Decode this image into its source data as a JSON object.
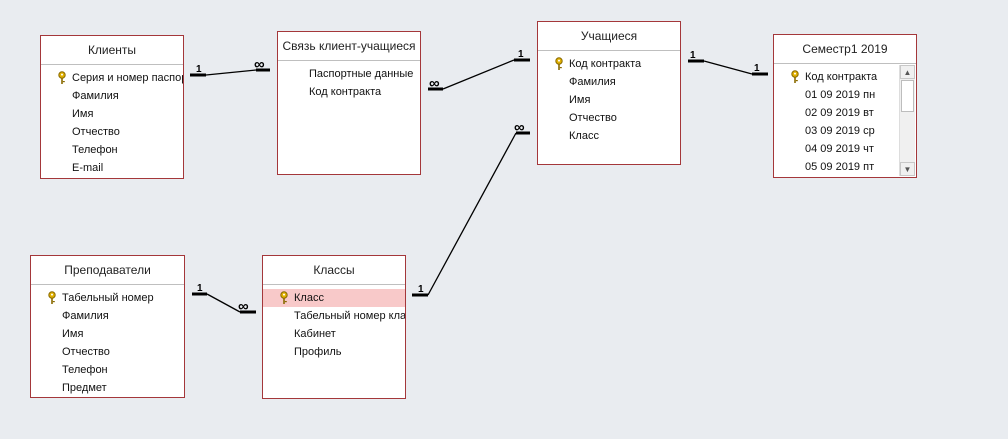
{
  "tables": {
    "clients": {
      "title": "Клиенты",
      "fields": [
        "Серия и номер паспорта",
        "Фамилия",
        "Имя",
        "Отчество",
        "Телефон",
        "E-mail"
      ]
    },
    "link": {
      "title": "Связь клиент-учащиеся",
      "fields": [
        "Паспортные данные",
        "Код контракта"
      ]
    },
    "students": {
      "title": "Учащиеся",
      "fields": [
        "Код контракта",
        "Фамилия",
        "Имя",
        "Отчество",
        "Класс"
      ]
    },
    "semester": {
      "title": "Семестр1 2019",
      "fields": [
        "Код контракта",
        "01 09 2019 пн",
        "02 09 2019 вт",
        "03 09 2019 ср",
        "04 09 2019 чт",
        "05 09 2019 пт"
      ]
    },
    "teachers": {
      "title": "Преподаватели",
      "fields": [
        "Табельный номер",
        "Фамилия",
        "Имя",
        "Отчество",
        "Телефон",
        "Предмет"
      ]
    },
    "classes": {
      "title": "Классы",
      "fields": [
        "Класс",
        "Табельный номер класса",
        "Кабинет",
        "Профиль"
      ]
    }
  },
  "relations": {
    "one": "1",
    "many": "∞"
  },
  "icons": {
    "key": "primary-key-icon",
    "scroll_up": "scroll-up-icon",
    "scroll_down": "scroll-down-icon"
  },
  "colors": {
    "table_border": "#a4373a",
    "selected_row": "#f8c9c9",
    "background": "#e9ecf0"
  }
}
